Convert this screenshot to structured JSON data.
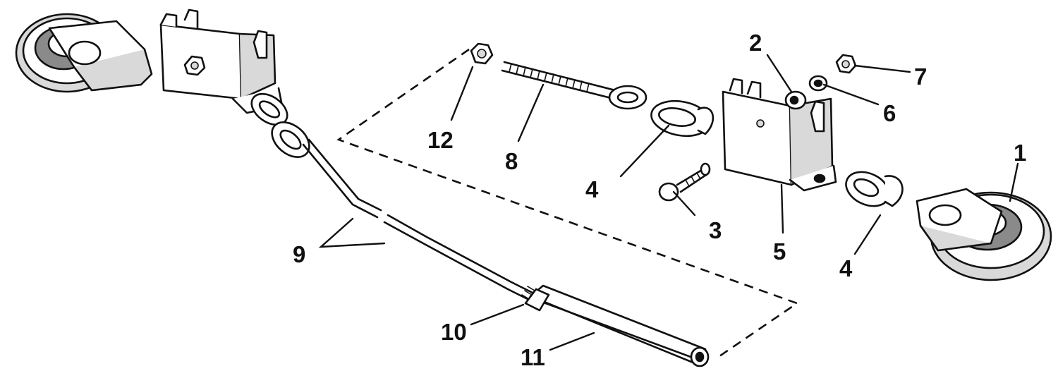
{
  "diagram": {
    "callouts": [
      "1",
      "2",
      "3",
      "4",
      "4",
      "5",
      "6",
      "7",
      "8",
      "9",
      "10",
      "11",
      "12"
    ]
  }
}
